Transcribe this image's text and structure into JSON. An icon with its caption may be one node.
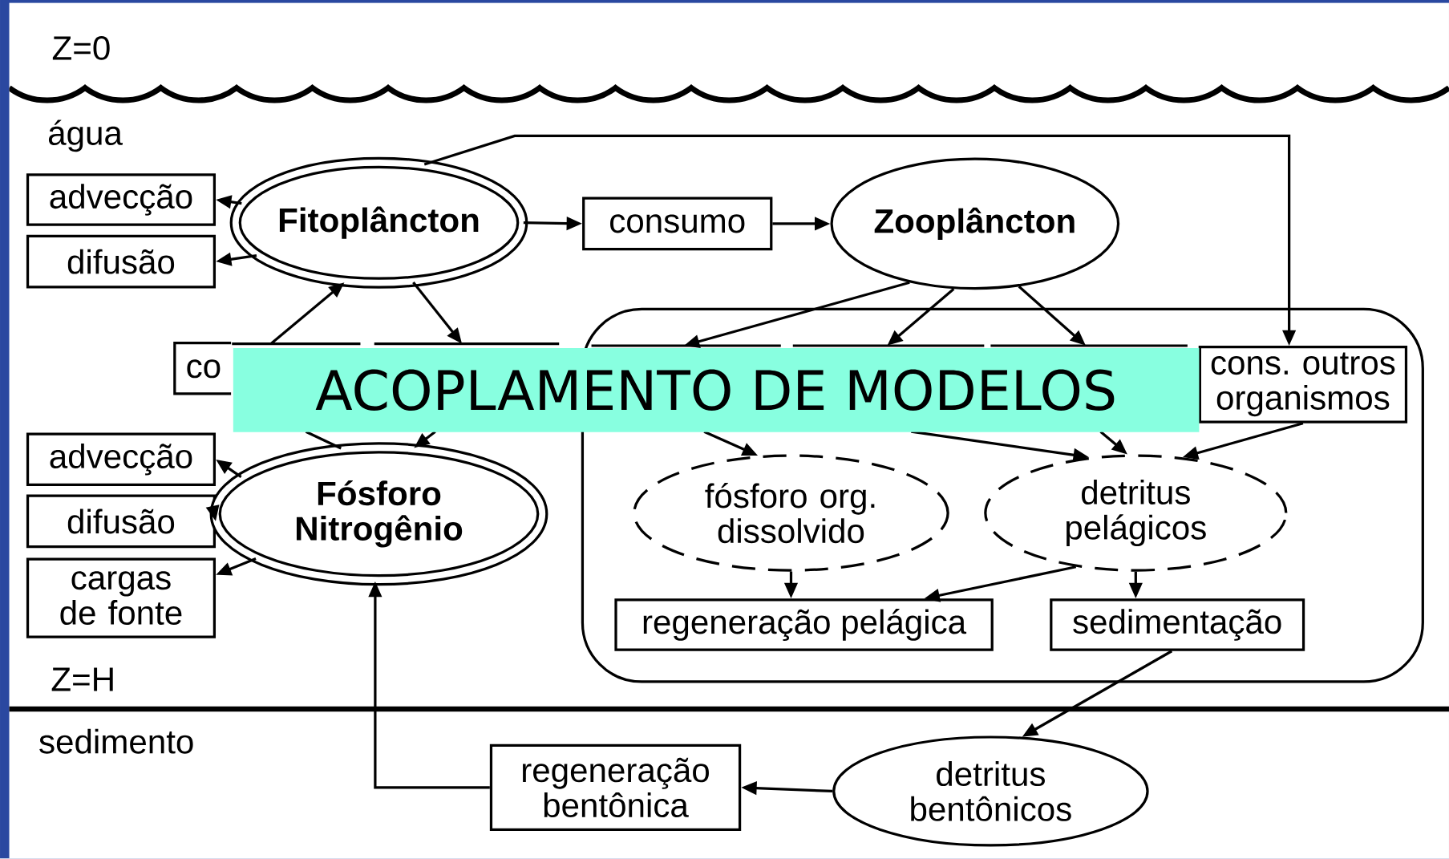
{
  "diagram": {
    "title": "ACOPLAMENTO DE MODELOS",
    "nodes": [
      {
        "text": [
          "Fitoplâncton"
        ]
      },
      {
        "text": [
          "advecção"
        ]
      },
      {
        "text": [
          "difusão"
        ]
      },
      {
        "text": [
          "consumo"
        ]
      },
      {
        "text": [
          "Zooplâncton"
        ]
      },
      {
        "text": [
          "co"
        ]
      },
      {
        "text": [],
        "shape": "box"
      },
      {
        "text": [
          "cons. outros organismos"
        ],
        "in": 6
      },
      {
        "text": [
          "advecção"
        ]
      },
      {
        "text": [
          "difusão"
        ]
      },
      {
        "text": [
          "cargas de fonte"
        ]
      },
      {
        "text": [
          "Fósforo Nitrogênio"
        ]
      },
      {
        "text": [
          "fósforo org. dissolvido"
        ],
        "in": 6
      },
      {
        "text": [
          "detritus pelágicos"
        ],
        "in": 6
      },
      {
        "text": [
          "regeneração pelágica"
        ],
        "in": 6
      },
      {
        "text": [
          "sedimentação"
        ],
        "in": 6
      },
      {
        "text": [
          "regeneração bentônica"
        ]
      },
      {
        "text": [
          "detritus bentônicos"
        ]
      }
    ],
    "edges": [
      {
        "from": 0,
        "to": 1,
        "arrow": "to"
      },
      {
        "from": 0,
        "to": 2,
        "arrow": "to"
      },
      {
        "from": 0,
        "to": 3,
        "arrow": "to"
      },
      {
        "from": 3,
        "to": 4,
        "arrow": "to"
      },
      {
        "from": 0,
        "to": 7,
        "arrow": "to"
      },
      {
        "from": null,
        "to": 0,
        "arrow": "to"
      },
      {
        "from": 0,
        "to": null,
        "arrow": "to"
      },
      {
        "from": 4,
        "to": null,
        "arrow": "to"
      },
      {
        "from": 4,
        "to": null,
        "arrow": "to"
      },
      {
        "from": 4,
        "to": null,
        "arrow": "to"
      },
      {
        "from": 11,
        "to": null,
        "arrow": "none"
      },
      {
        "from": null,
        "to": 11,
        "arrow": "to"
      },
      {
        "from": null,
        "to": 12,
        "arrow": "to"
      },
      {
        "from": null,
        "to": 13,
        "arrow": "to"
      },
      {
        "from": null,
        "to": 13,
        "arrow": "to"
      },
      {
        "from": 7,
        "to": 13,
        "arrow": "to"
      },
      {
        "from": 12,
        "to": 14,
        "arrow": "to"
      },
      {
        "from": 13,
        "to": 14,
        "arrow": "to"
      },
      {
        "from": 13,
        "to": 15,
        "arrow": "to"
      },
      {
        "from": 15,
        "to": 17,
        "arrow": "to"
      },
      {
        "from": 17,
        "to": 16,
        "arrow": "to"
      },
      {
        "from": 16,
        "to": 11,
        "arrow": "to"
      },
      {
        "from": 11,
        "to": 8,
        "arrow": "to"
      },
      {
        "from": 11,
        "to": 9,
        "arrow": "to"
      },
      {
        "from": 11,
        "to": 10,
        "arrow": "to"
      }
    ],
    "labels": [
      "Z=0",
      "água",
      "Z=H",
      "sedimento"
    ]
  }
}
